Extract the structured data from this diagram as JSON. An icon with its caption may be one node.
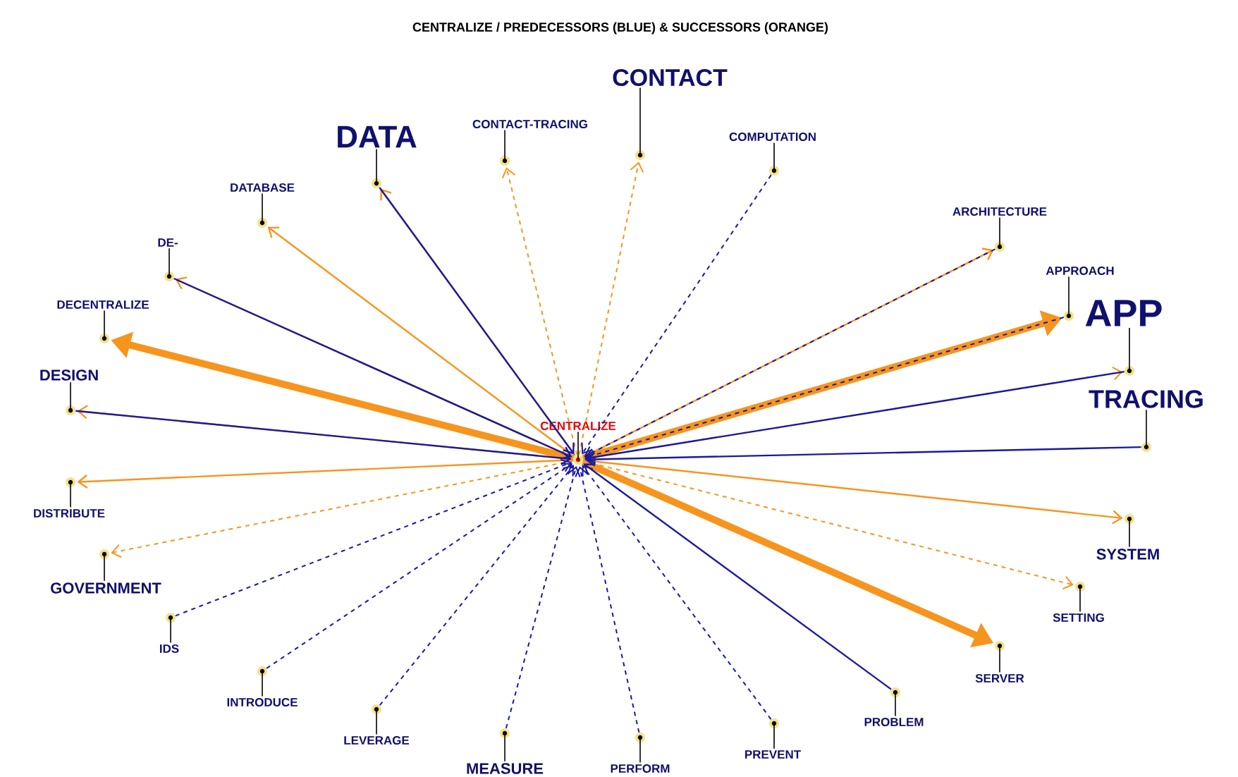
{
  "diagram": {
    "title": "CENTRALIZE / PREDECESSORS (BLUE) & SUCCESSORS (ORANGE)",
    "nodes": [
      {
        "text": [
          "CENTRALIZE"
        ]
      },
      {
        "text": [
          "CONTACT"
        ]
      },
      {
        "text": [
          "DATA"
        ]
      },
      {
        "text": [
          "CONTACT-TRACING"
        ]
      },
      {
        "text": [
          "COMPUTATION"
        ]
      },
      {
        "text": [
          "DATABASE"
        ]
      },
      {
        "text": [
          "ARCHITECTURE"
        ]
      },
      {
        "text": [
          "DE-"
        ]
      },
      {
        "text": [
          "APPROACH"
        ]
      },
      {
        "text": [
          "APP"
        ]
      },
      {
        "text": [
          "DECENTRALIZE"
        ]
      },
      {
        "text": [
          "DESIGN"
        ]
      },
      {
        "text": [
          "TRACING"
        ]
      },
      {
        "text": [
          "DISTRIBUTE"
        ]
      },
      {
        "text": [
          "SYSTEM"
        ]
      },
      {
        "text": [
          "GOVERNMENT"
        ]
      },
      {
        "text": [
          "SETTING"
        ]
      },
      {
        "text": [
          "IDS"
        ]
      },
      {
        "text": [
          "SERVER"
        ]
      },
      {
        "text": [
          "INTRODUCE"
        ]
      },
      {
        "text": [
          "PROBLEM"
        ]
      },
      {
        "text": [
          "LEVERAGE"
        ]
      },
      {
        "text": [
          "PREVENT"
        ]
      },
      {
        "text": [
          "MEASURE"
        ]
      },
      {
        "text": [
          "PERFORM"
        ]
      }
    ],
    "edges": [
      {
        "from": 0,
        "to": 1,
        "arrow": "to",
        "style": "dashed",
        "color": "#f7941d"
      },
      {
        "from": 0,
        "to": 2,
        "arrow": "to",
        "color": "#f7941d"
      },
      {
        "from": 0,
        "to": 3,
        "arrow": "to",
        "style": "dashed",
        "color": "#f7941d"
      },
      {
        "from": 0,
        "to": 5,
        "arrow": "to",
        "color": "#f7941d"
      },
      {
        "from": 0,
        "to": 6,
        "arrow": "to",
        "color": "#f7941d"
      },
      {
        "from": 0,
        "to": 7,
        "arrow": "to",
        "color": "#f7941d"
      },
      {
        "from": 0,
        "to": 8,
        "arrow": "to",
        "style": "thick",
        "color": "#f7941d"
      },
      {
        "from": 0,
        "to": 9,
        "arrow": "to",
        "style": "dashed",
        "color": "#f7941d"
      },
      {
        "from": 0,
        "to": 10,
        "arrow": "to",
        "style": "thick",
        "color": "#f7941d"
      },
      {
        "from": 0,
        "to": 11,
        "arrow": "to",
        "color": "#f7941d"
      },
      {
        "from": 0,
        "to": 13,
        "arrow": "to",
        "color": "#f7941d"
      },
      {
        "from": 0,
        "to": 14,
        "arrow": "to",
        "color": "#f7941d"
      },
      {
        "from": 0,
        "to": 15,
        "arrow": "to",
        "style": "dashed",
        "color": "#f7941d"
      },
      {
        "from": 0,
        "to": 16,
        "arrow": "to",
        "style": "dashed",
        "color": "#f7941d"
      },
      {
        "from": 0,
        "to": 18,
        "arrow": "to",
        "style": "thick",
        "color": "#f7941d"
      },
      {
        "from": 2,
        "to": 0,
        "arrow": "to",
        "color": "#1a1a9e"
      },
      {
        "from": 4,
        "to": 0,
        "arrow": "to",
        "style": "dashed",
        "color": "#1a1a9e"
      },
      {
        "from": 6,
        "to": 0,
        "arrow": "to",
        "style": "dashed",
        "color": "#1a1a9e"
      },
      {
        "from": 7,
        "to": 0,
        "arrow": "to",
        "color": "#1a1a9e"
      },
      {
        "from": 8,
        "to": 0,
        "arrow": "to",
        "style": "dashed",
        "color": "#1a1a9e"
      },
      {
        "from": 9,
        "to": 0,
        "arrow": "to",
        "color": "#1a1a9e"
      },
      {
        "from": 11,
        "to": 0,
        "arrow": "to",
        "color": "#1a1a9e"
      },
      {
        "from": 12,
        "to": 0,
        "arrow": "to",
        "color": "#1a1a9e"
      },
      {
        "from": 17,
        "to": 0,
        "arrow": "to",
        "style": "dashed",
        "color": "#1a1a9e"
      },
      {
        "from": 19,
        "to": 0,
        "arrow": "to",
        "style": "dashed",
        "color": "#1a1a9e"
      },
      {
        "from": 20,
        "to": 0,
        "arrow": "to",
        "color": "#1a1a9e"
      },
      {
        "from": 21,
        "to": 0,
        "arrow": "to",
        "style": "dashed",
        "color": "#1a1a9e"
      },
      {
        "from": 22,
        "to": 0,
        "arrow": "to",
        "style": "dashed",
        "color": "#1a1a9e"
      },
      {
        "from": 23,
        "to": 0,
        "arrow": "to",
        "style": "dashed",
        "color": "#1a1a9e"
      },
      {
        "from": 24,
        "to": 0,
        "arrow": "to",
        "style": "dashed",
        "color": "#1a1a9e"
      }
    ]
  }
}
